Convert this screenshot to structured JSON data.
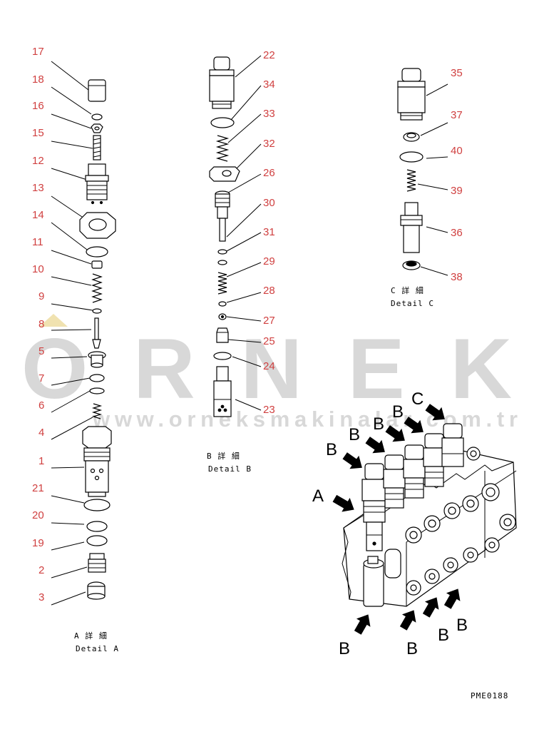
{
  "watermark": {
    "brand": "ORNEK",
    "url": "www.orneksmakinalar.com.tr"
  },
  "detail_a": {
    "caption_jp": "A 詳 細",
    "caption_en": "Detail A",
    "labels": [
      "17",
      "18",
      "16",
      "15",
      "12",
      "13",
      "14",
      "11",
      "10",
      "9",
      "8",
      "5",
      "7",
      "6",
      "4",
      "1",
      "21",
      "20",
      "19",
      "2",
      "3"
    ]
  },
  "detail_b": {
    "caption_jp": "B 詳 細",
    "caption_en": "Detail B",
    "labels": [
      "22",
      "34",
      "33",
      "32",
      "26",
      "30",
      "31",
      "29",
      "28",
      "27",
      "25",
      "24",
      "23"
    ]
  },
  "detail_c": {
    "caption_jp": "C 詳 細",
    "caption_en": "Detail C",
    "labels": [
      "35",
      "37",
      "40",
      "39",
      "36",
      "38"
    ]
  },
  "assembly": {
    "view_letters": [
      "A",
      "B",
      "B",
      "B",
      "B",
      "C",
      "B",
      "B",
      "B",
      "B"
    ]
  },
  "drawing_code": "PME0188"
}
